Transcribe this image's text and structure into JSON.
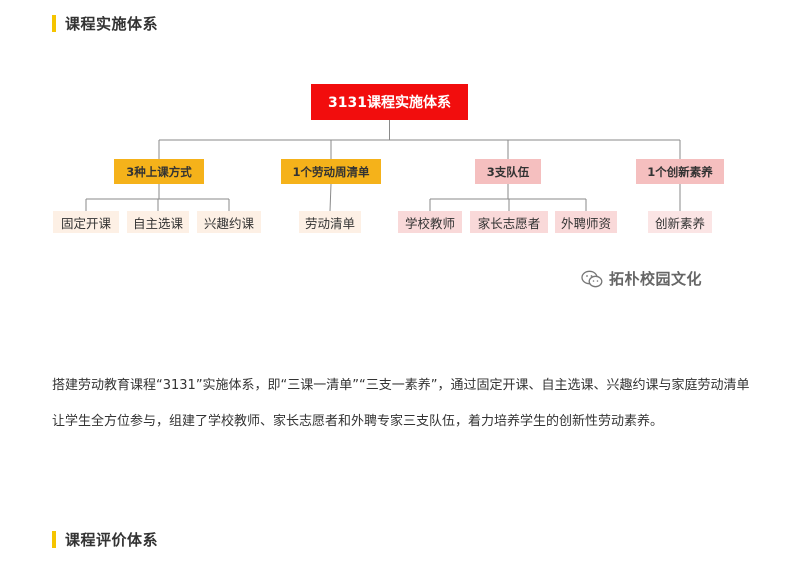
{
  "section_1": {
    "title": "课程实施体系"
  },
  "section_2": {
    "title": "课程评价体系"
  },
  "diagram": {
    "root": {
      "label": "3131课程实施体系",
      "color": "#f20d0d",
      "text_color": "#ffffff"
    },
    "groups": [
      {
        "label": "3种上课方式",
        "color": "#f5b21a",
        "leaf_color": "#fdf0e5",
        "children": [
          "固定开课",
          "自主选课",
          "兴趣约课"
        ]
      },
      {
        "label": "1个劳动周清单",
        "color": "#f5b21a",
        "leaf_color": "#fdf0e5",
        "children": [
          "劳动清单"
        ]
      },
      {
        "label": "3支队伍",
        "color": "#f5bfbf",
        "leaf_color": "#f9d9d9",
        "children": [
          "学校教师",
          "家长志愿者",
          "外聘师资"
        ]
      },
      {
        "label": "1个创新素养",
        "color": "#f5bfbf",
        "leaf_color": "#fbe5e5",
        "children": [
          "创新素养"
        ]
      }
    ],
    "line_color": "#8a8a8a"
  },
  "watermark": {
    "text": "拓朴校园文化",
    "icon": "wechat-icon"
  },
  "paragraph": {
    "text": "搭建劳动教育课程“3131”实施体系，即“三课一清单”“三支一素养”，通过固定开课、自主选课、兴趣约课与家庭劳动清单让学生全方位参与，组建了学校教师、家长志愿者和外聘专家三支队伍，着力培养学生的创新性劳动素养。"
  }
}
